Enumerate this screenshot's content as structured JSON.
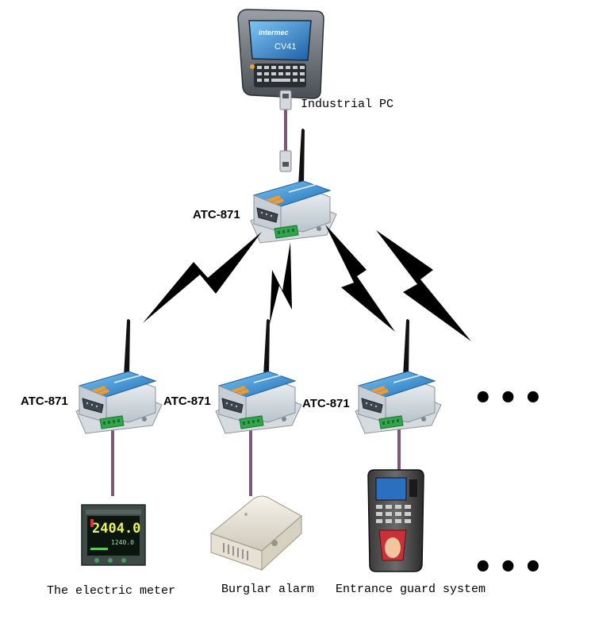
{
  "labels": {
    "industrial_pc": "Industrial PC",
    "server_top": "ATC-871",
    "server_1": "ATC-871",
    "server_2": "ATC-871",
    "server_3": "ATC-871",
    "electric_meter": "The electric meter",
    "burglar_alarm": "Burglar alarm",
    "entrance_guard": "Entrance guard system",
    "more_devices": "•••",
    "more_servers": "•••"
  },
  "device_text": {
    "pc_brand": "intermec",
    "pc_model": "CV41",
    "meter_reading": "2404.0",
    "meter_sub": "1240.0"
  },
  "colors": {
    "cable": "#7a5a73",
    "device_blue": "#2f8fd2",
    "terminal_green": "#2fa84a",
    "bolt": "#000000"
  }
}
